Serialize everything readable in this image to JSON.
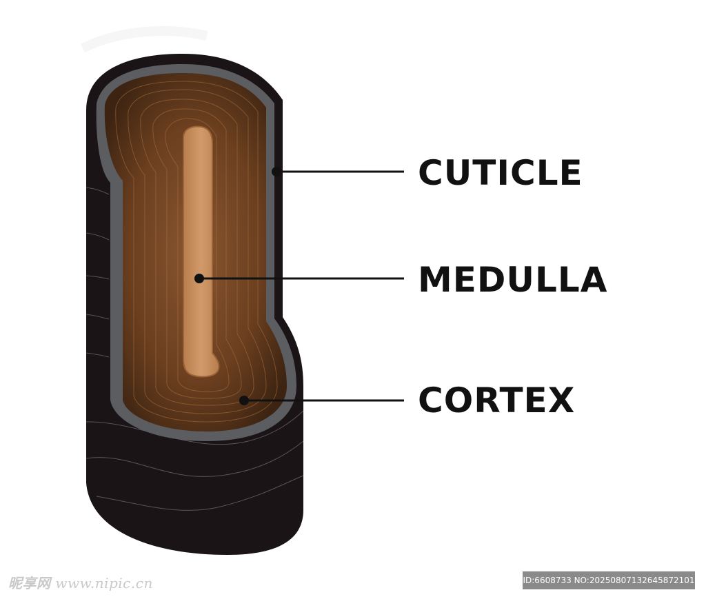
{
  "labels": {
    "cuticle": "CUTICLE",
    "medulla": "MEDULLA",
    "cortex": "CORTEX"
  },
  "watermark": {
    "site_cn": "昵享网",
    "site_url": "www.nipic.cn",
    "id_text": "ID:6608733 NO:20250807132645872101"
  },
  "colors": {
    "outer_shell": "#1a1416",
    "cuticle_layer": "#5c5d61",
    "cortex_dark": "#3d2412",
    "cortex_mid": "#7a4a28",
    "medulla": "#c98f5f",
    "label_text": "#111111"
  }
}
